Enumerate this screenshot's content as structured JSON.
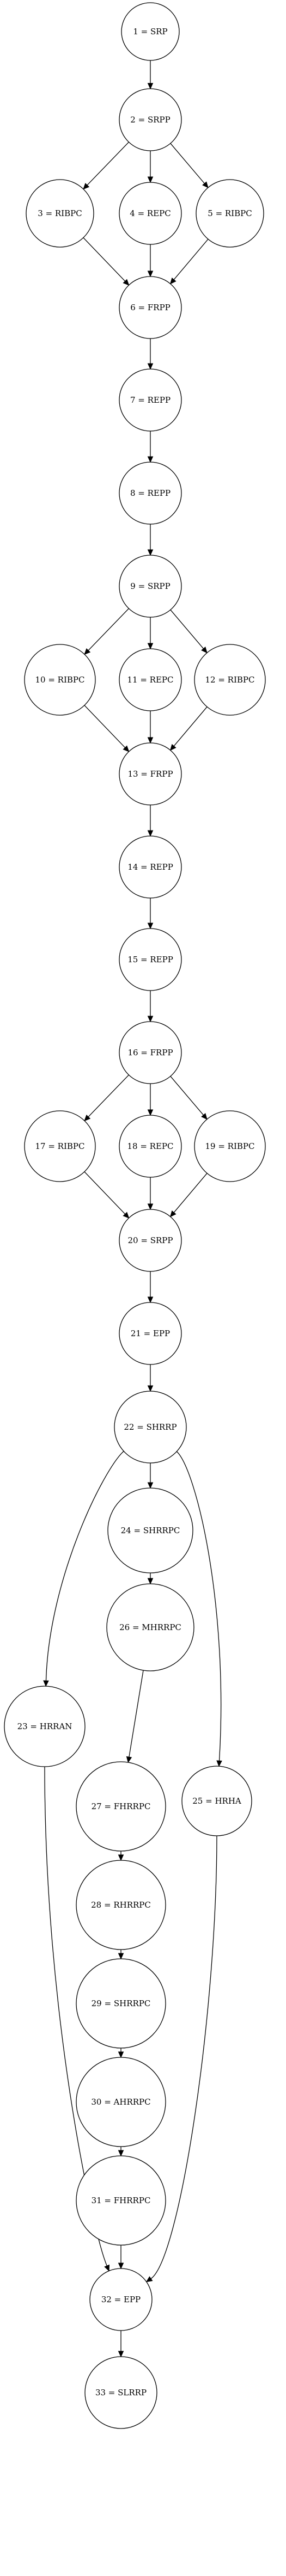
{
  "diagram": {
    "nodes": [
      {
        "id": "n1",
        "label": "1 = SRP"
      },
      {
        "id": "n2",
        "label": "2 = SRPP"
      },
      {
        "id": "n3",
        "label": "3 = RIBPC"
      },
      {
        "id": "n4",
        "label": "4 = REPC"
      },
      {
        "id": "n5",
        "label": "5 = RIBPC"
      },
      {
        "id": "n6",
        "label": "6 = FRPP"
      },
      {
        "id": "n7",
        "label": "7 = REPP"
      },
      {
        "id": "n8",
        "label": "8 = REPP"
      },
      {
        "id": "n9",
        "label": "9 = SRPP"
      },
      {
        "id": "n10",
        "label": "10 = RIBPC"
      },
      {
        "id": "n11",
        "label": "11 = REPC"
      },
      {
        "id": "n12",
        "label": "12 = RIBPC"
      },
      {
        "id": "n13",
        "label": "13 = FRPP"
      },
      {
        "id": "n14",
        "label": "14 = REPP"
      },
      {
        "id": "n15",
        "label": "15 = REPP"
      },
      {
        "id": "n16",
        "label": "16 = FRPP"
      },
      {
        "id": "n17",
        "label": "17 = RIBPC"
      },
      {
        "id": "n18",
        "label": "18 = REPC"
      },
      {
        "id": "n19",
        "label": "19 = RIBPC"
      },
      {
        "id": "n20",
        "label": "20 = SRPP"
      },
      {
        "id": "n21",
        "label": "21 = EPP"
      },
      {
        "id": "n22",
        "label": "22 = SHRRP"
      },
      {
        "id": "n23",
        "label": "23 = HRRAN"
      },
      {
        "id": "n24",
        "label": "24 = SHRRPC"
      },
      {
        "id": "n25",
        "label": "25 = HRHA"
      },
      {
        "id": "n26",
        "label": "26 = MHRRPC"
      },
      {
        "id": "n27",
        "label": "27 = FHRRPC"
      },
      {
        "id": "n28",
        "label": "28 = RHRRPC"
      },
      {
        "id": "n29",
        "label": "29 = SHRRPC"
      },
      {
        "id": "n30",
        "label": "30 = AHRRPC"
      },
      {
        "id": "n31",
        "label": "31 = FHRRPC"
      },
      {
        "id": "n32",
        "label": "32 = EPP"
      },
      {
        "id": "n33",
        "label": "33 = SLRRP"
      }
    ],
    "edges": [
      {
        "from": "n1",
        "to": "n2"
      },
      {
        "from": "n2",
        "to": "n3"
      },
      {
        "from": "n2",
        "to": "n4"
      },
      {
        "from": "n2",
        "to": "n5"
      },
      {
        "from": "n3",
        "to": "n6"
      },
      {
        "from": "n4",
        "to": "n6"
      },
      {
        "from": "n5",
        "to": "n6"
      },
      {
        "from": "n6",
        "to": "n7"
      },
      {
        "from": "n7",
        "to": "n8"
      },
      {
        "from": "n8",
        "to": "n9"
      },
      {
        "from": "n9",
        "to": "n10"
      },
      {
        "from": "n9",
        "to": "n11"
      },
      {
        "from": "n9",
        "to": "n12"
      },
      {
        "from": "n10",
        "to": "n13"
      },
      {
        "from": "n11",
        "to": "n13"
      },
      {
        "from": "n12",
        "to": "n13"
      },
      {
        "from": "n13",
        "to": "n14"
      },
      {
        "from": "n14",
        "to": "n15"
      },
      {
        "from": "n15",
        "to": "n16"
      },
      {
        "from": "n16",
        "to": "n17"
      },
      {
        "from": "n16",
        "to": "n18"
      },
      {
        "from": "n16",
        "to": "n19"
      },
      {
        "from": "n17",
        "to": "n20"
      },
      {
        "from": "n18",
        "to": "n20"
      },
      {
        "from": "n19",
        "to": "n20"
      },
      {
        "from": "n20",
        "to": "n21"
      },
      {
        "from": "n21",
        "to": "n22"
      },
      {
        "from": "n22",
        "to": "n23"
      },
      {
        "from": "n22",
        "to": "n24"
      },
      {
        "from": "n22",
        "to": "n25"
      },
      {
        "from": "n24",
        "to": "n26"
      },
      {
        "from": "n26",
        "to": "n27"
      },
      {
        "from": "n27",
        "to": "n28"
      },
      {
        "from": "n28",
        "to": "n29"
      },
      {
        "from": "n29",
        "to": "n30"
      },
      {
        "from": "n30",
        "to": "n31"
      },
      {
        "from": "n31",
        "to": "n32"
      },
      {
        "from": "n23",
        "to": "n32"
      },
      {
        "from": "n25",
        "to": "n32"
      },
      {
        "from": "n32",
        "to": "n33"
      }
    ]
  }
}
